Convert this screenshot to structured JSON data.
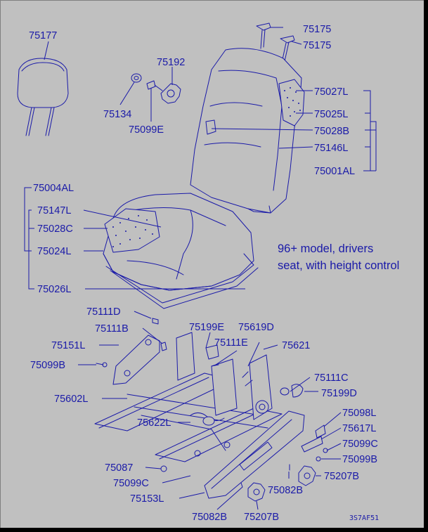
{
  "labels": {
    "l75177": "75177",
    "l75175a": "75175",
    "l75175b": "75175",
    "l75192": "75192",
    "l75134": "75134",
    "l75099E": "75099E",
    "l75027L": "75027L",
    "l75025L": "75025L",
    "l75028B": "75028B",
    "l75146L": "75146L",
    "l75001AL": "75001AL",
    "l75004AL": "75004AL",
    "l75147L": "75147L",
    "l75028C": "75028C",
    "l75024L": "75024L",
    "l75026L": "75026L",
    "l75111D": "75111D",
    "l75111B": "75111B",
    "l75199E": "75199E",
    "l75619D": "75619D",
    "l75151L": "75151L",
    "l75111E": "75111E",
    "l75621": "75621",
    "l75099B": "75099B",
    "l75111C": "75111C",
    "l75199D": "75199D",
    "l75602L": "75602L",
    "l75098L": "75098L",
    "l75622L": "75622L",
    "l75617L": "75617L",
    "l75099C_r": "75099C",
    "l75099B_r": "75099B",
    "l75087": "75087",
    "l75207B_r": "75207B",
    "l75099C_l": "75099C",
    "l75082B_r": "75082B",
    "l75153L": "75153L",
    "l75082B_b": "75082B",
    "l75207B_b": "75207B"
  },
  "note": {
    "line1": "96+ model, drivers",
    "line2": "seat, with height control"
  },
  "diagram_code": "3S7AF51",
  "colors": {
    "background": "#c0c0c0",
    "ink": "#1a1aa8",
    "frame_shadow": "#000000"
  }
}
